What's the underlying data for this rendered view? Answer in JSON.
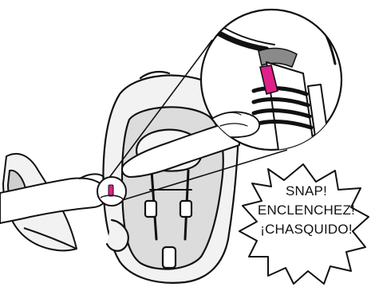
{
  "callout": {
    "line1": "SNAP!",
    "line2": "ENCLENCHEZ!",
    "line3": "¡CHASQUIDO!"
  },
  "colors": {
    "ink": "#111111",
    "shell_fill": "#f2f2f2",
    "pad_fill": "#cfcfcf",
    "latch_fill": "#ffffff",
    "indicator_pink": "#e0208a",
    "gray_band": "#8a8a8a"
  },
  "icons": {
    "zoom": "magnifier-circle",
    "callout": "starburst"
  }
}
